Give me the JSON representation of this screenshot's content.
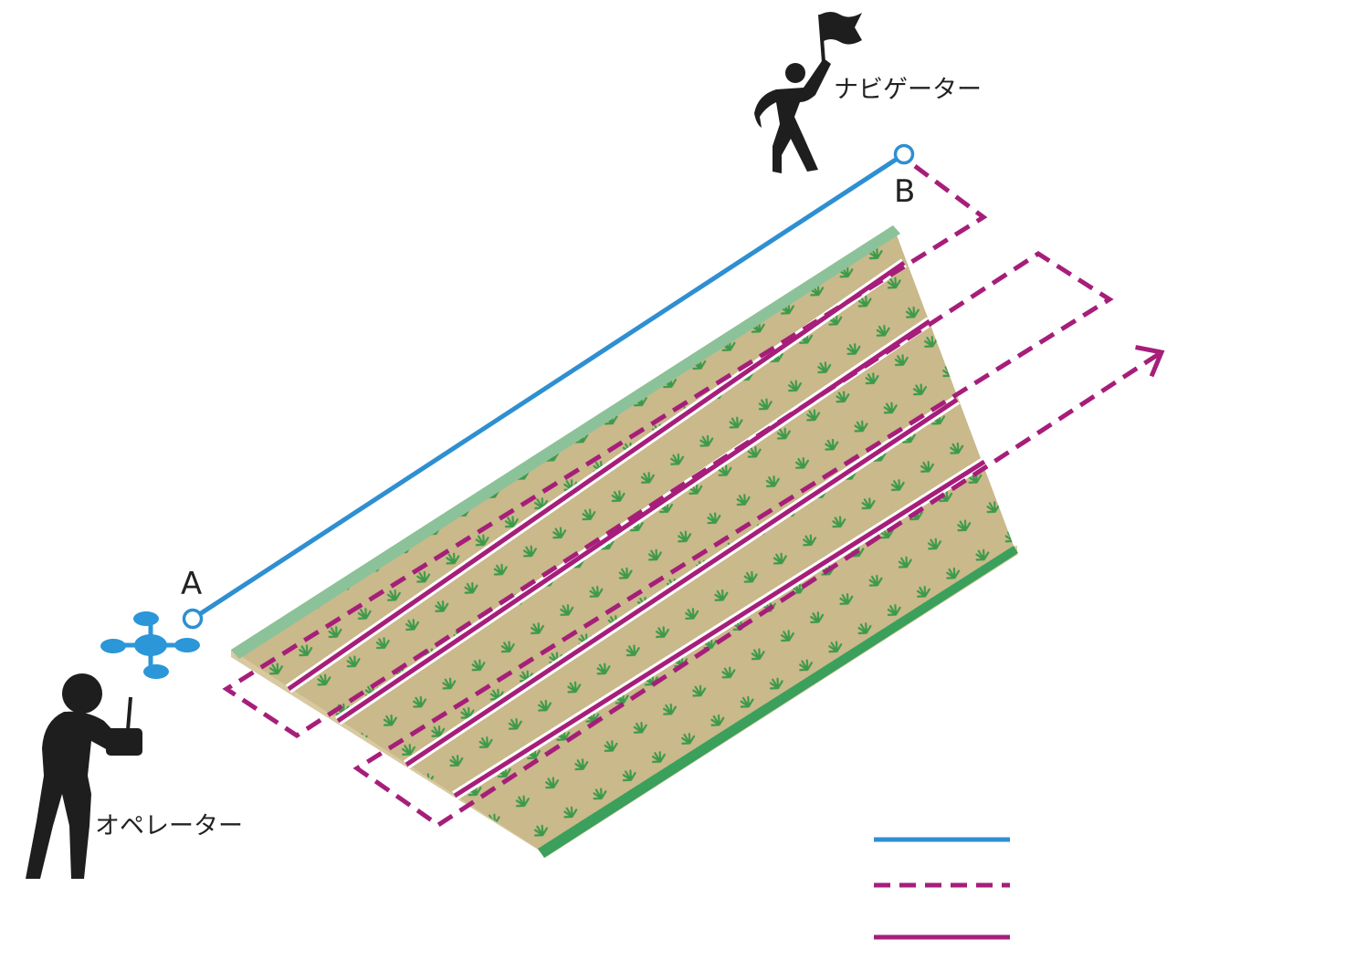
{
  "labels": {
    "navigator": "ナビゲーター",
    "operator": "オペレーター",
    "point_a": "A",
    "point_b": "B"
  },
  "legend": [
    {
      "style": "solid",
      "color": "#2e8fd1"
    },
    {
      "style": "dashed",
      "color": "#a61e7a"
    },
    {
      "style": "solid",
      "color": "#a61e7a"
    }
  ],
  "colors": {
    "ab_line": "#2e8fd1",
    "route": "#a61e7a",
    "field_soil": "#c9b98b",
    "field_edge": "#8cc29a",
    "field_edge_front": "#3aa05c",
    "crop": "#3d9a4b",
    "drone": "#2b96d8",
    "person": "#1e1e1e"
  },
  "icons": [
    "navigator-figure-icon",
    "operator-figure-icon",
    "drone-icon",
    "flag-icon",
    "remote-controller-icon"
  ]
}
